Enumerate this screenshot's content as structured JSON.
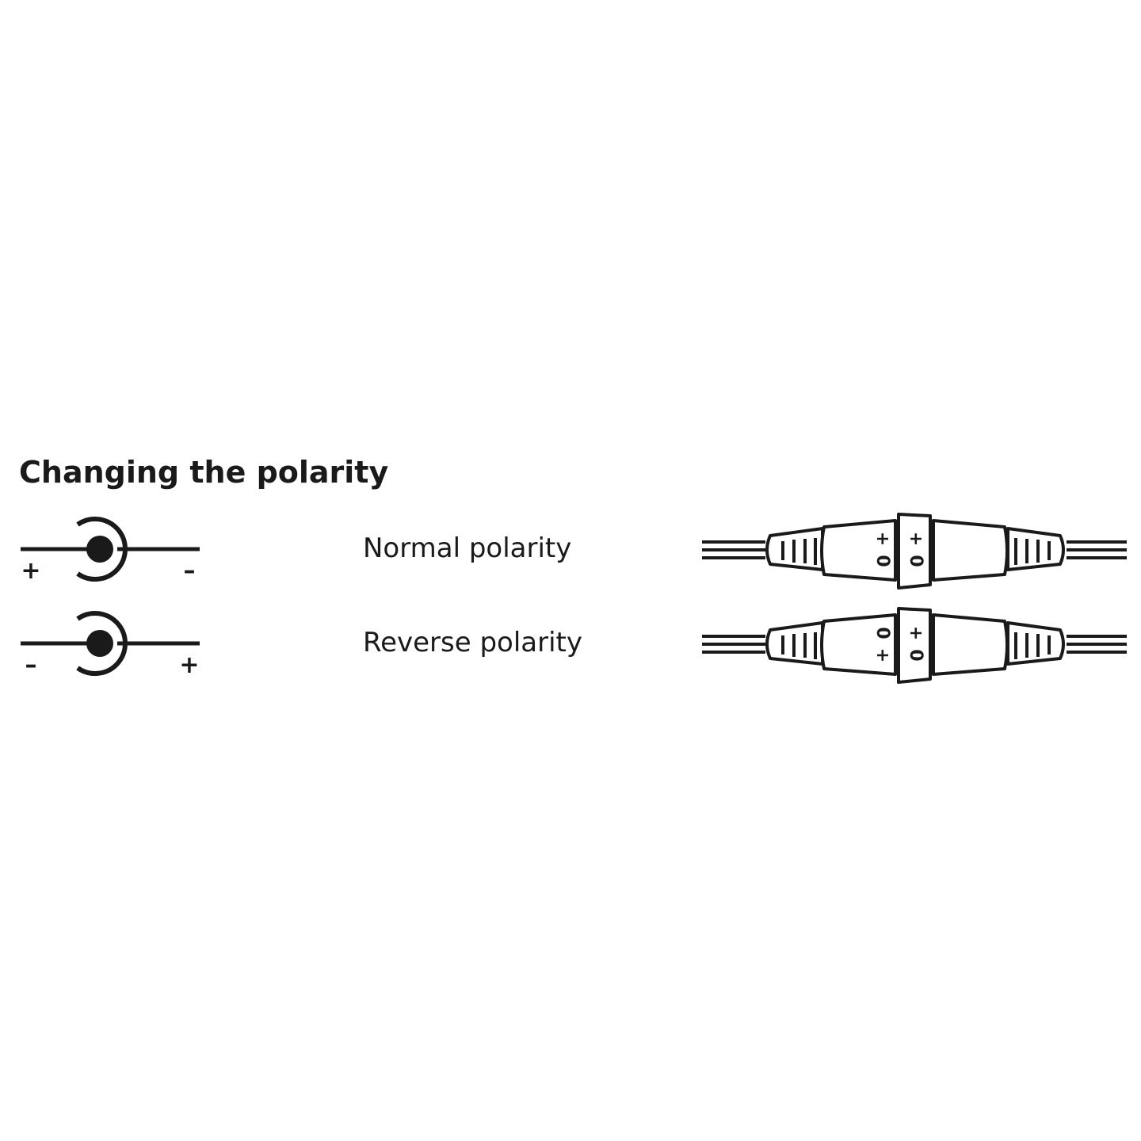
{
  "title": "Changing the polarity",
  "rows": [
    {
      "label": "Normal polarity",
      "symbol_left": "+",
      "symbol_right": "–",
      "connector_marks": [
        [
          "+",
          "0"
        ],
        [
          "+",
          "0"
        ]
      ]
    },
    {
      "label": "Reverse polarity",
      "symbol_left": "–",
      "symbol_right": "+",
      "connector_marks": [
        [
          "0",
          "+"
        ],
        [
          "+",
          "0"
        ]
      ]
    }
  ],
  "colors": {
    "ink": "#1a1a1a",
    "background": "#ffffff"
  },
  "icons": [
    "dc-polarity-symbol-icon",
    "inline-connector-icon"
  ]
}
